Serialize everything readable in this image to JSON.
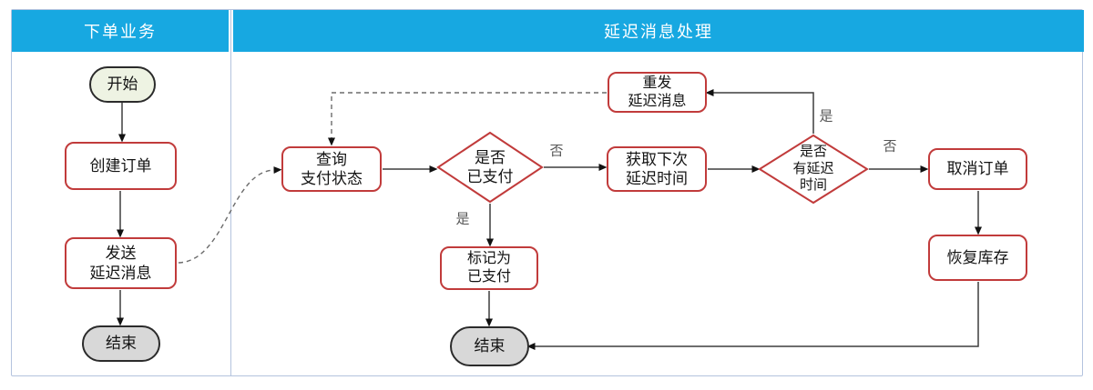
{
  "colors": {
    "header_bg": "#17a8e1",
    "lane_border": "#b4c3de",
    "node_border_red": "#c13b3b",
    "start_fill": "#eef3e3",
    "end_fill": "#d8d8d8",
    "edge_color": "#3d3d3d",
    "edge_label_color": "#565656"
  },
  "lanes": [
    {
      "title": "下单业务"
    },
    {
      "title": "延迟消息处理"
    }
  ],
  "nodes": {
    "start": "开始",
    "create_order": "创建订单",
    "send_delay_msg": "发送\n延迟消息",
    "end_left": "结束",
    "query_pay_status": "查询\n支付状态",
    "is_paid": "是否\n已支付",
    "get_next_delay": "获取下次\n延迟时间",
    "resend_delay_msg": "重发\n延迟消息",
    "has_delay_time": "是否\n有延迟\n时间",
    "mark_paid": "标记为\n已支付",
    "end_mid": "结束",
    "cancel_order": "取消订单",
    "restore_stock": "恢复库存"
  },
  "edge_labels": {
    "is_paid_no": "否",
    "is_paid_yes": "是",
    "has_delay_yes": "是",
    "has_delay_no": "否"
  }
}
